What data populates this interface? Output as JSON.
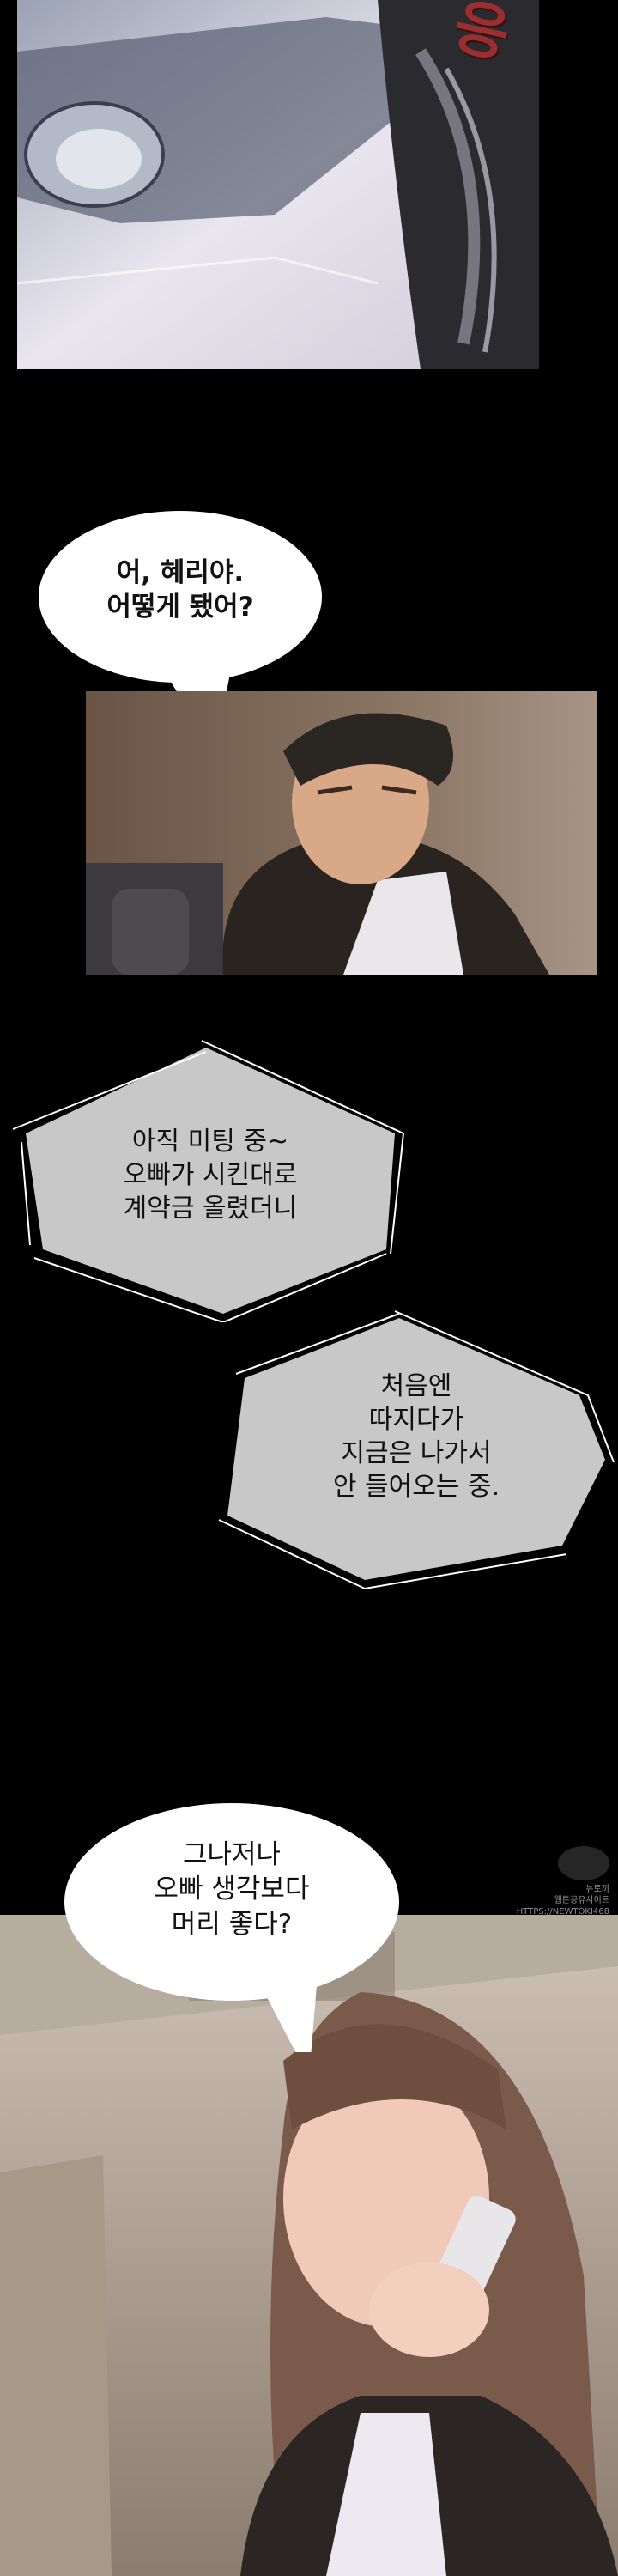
{
  "sfx": {
    "text": "응"
  },
  "dialogue": {
    "bubble1": {
      "lines": [
        "어, 혜리야.",
        "어떻게 됐어?"
      ]
    },
    "bubble2": {
      "lines": [
        "아직 미팅 중~",
        "오빠가 시킨대로",
        "계약금 올렸더니"
      ]
    },
    "bubble3": {
      "lines": [
        "처음엔",
        "따지다가",
        "지금은 나가서",
        "안 들어오는 중."
      ]
    },
    "bubble4": {
      "lines": [
        "그나저나",
        "오빠 생각보다",
        "머리 좋다?"
      ]
    }
  },
  "watermark": {
    "line1": "뉴토끼",
    "line2": "웹툰공유사이트",
    "line3": "HTTPS://NEWTOKI468"
  },
  "colors": {
    "background": "#000000",
    "panel_car": "#d8d4df",
    "panel_man": "#4a3a32",
    "panel_woman": "#b89584",
    "bubble_gray": "#c8c8c8",
    "bubble_white": "#ffffff"
  }
}
